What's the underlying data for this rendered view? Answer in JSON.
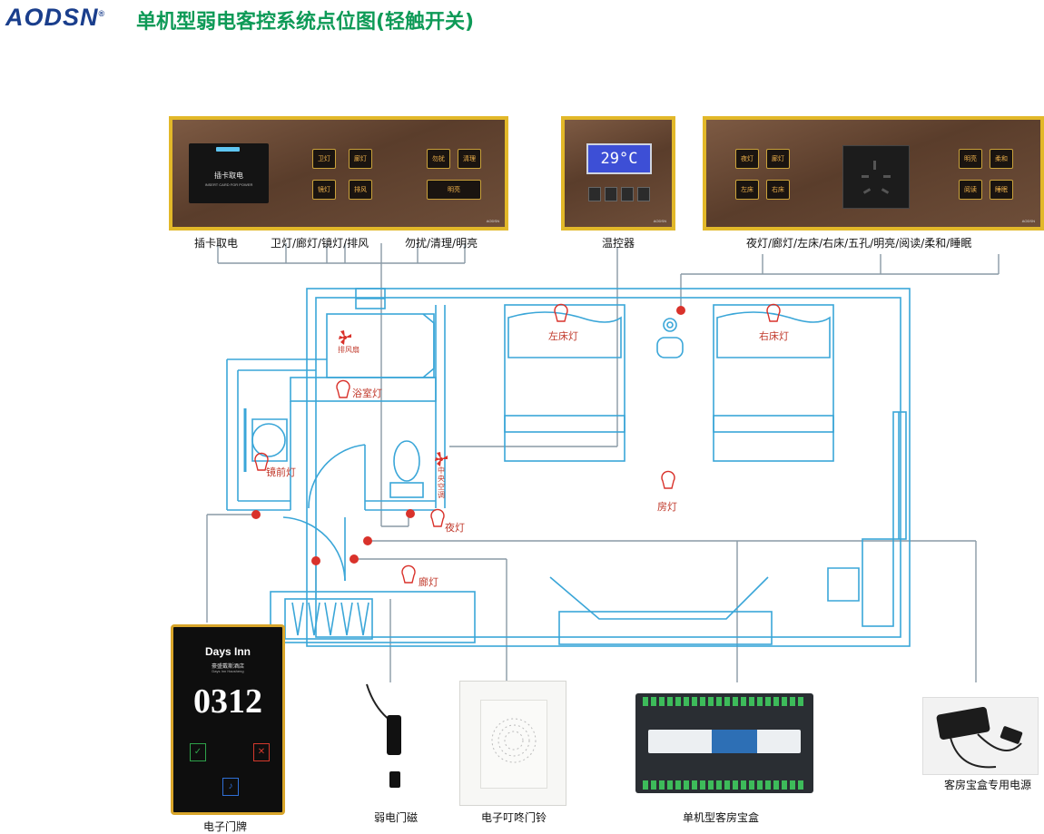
{
  "header": {
    "brand": "AODSN",
    "registered": "®",
    "title": "单机型弱电客控系统点位图(轻触开关)"
  },
  "panels": {
    "left": {
      "caption_card": "插卡取电",
      "caption_switches": "卫灯/廊灯/镜灯/排风",
      "caption_service": "勿扰/清理/明亮",
      "card_title": "插卡取电",
      "card_sub": "INSERT CARD FOR POWER",
      "buttons": [
        {
          "label": "卫灯"
        },
        {
          "label": "廊灯"
        },
        {
          "label": "镜灯"
        },
        {
          "label": "排风"
        },
        {
          "label": "勿扰"
        },
        {
          "label": "清理"
        },
        {
          "label": "明亮"
        }
      ],
      "brand_mark": "AODSN"
    },
    "thermostat": {
      "caption": "温控器",
      "temperature": "29°C",
      "brand_mark": "AODSN"
    },
    "right": {
      "caption": "夜灯/廊灯/左床/右床/五孔/明亮/阅读/柔和/睡眠",
      "buttons": [
        {
          "label": "夜灯"
        },
        {
          "label": "廊灯"
        },
        {
          "label": "左床"
        },
        {
          "label": "右床"
        },
        {
          "label": "明亮"
        },
        {
          "label": "柔和"
        },
        {
          "label": "阅读"
        },
        {
          "label": "睡眠"
        }
      ],
      "brand_mark": "AODSN"
    }
  },
  "plan_labels": {
    "exhaust_fan": "排风扇",
    "bathroom_light": "浴室灯",
    "mirror_light": "镜前灯",
    "central_ac": "中央空调",
    "night_light": "夜灯",
    "corridor_light": "廊灯",
    "left_bed_light": "左床灯",
    "right_bed_light": "右床灯",
    "room_light": "房灯"
  },
  "devices": {
    "door_plate": {
      "caption": "电子门牌",
      "brand": "Days Inn",
      "hotel_cn": "豪盛戴斯酒店",
      "hotel_en": "Days Inn Haosheng",
      "room_number": "0312"
    },
    "door_magnet": {
      "caption": "弱电门磁"
    },
    "doorbell": {
      "caption": "电子叮咚门铃"
    },
    "control_box": {
      "caption": "单机型客房宝盒"
    },
    "power_supply": {
      "caption": "客房宝盒专用电源"
    }
  },
  "colors": {
    "title_green": "#0e9a57",
    "brand_blue": "#1a3e8c",
    "plan_cyan": "#3aa6d8",
    "wire_gray": "#8a9aa6",
    "marker_red": "#d9322b",
    "panel_border": "#e2b829"
  }
}
